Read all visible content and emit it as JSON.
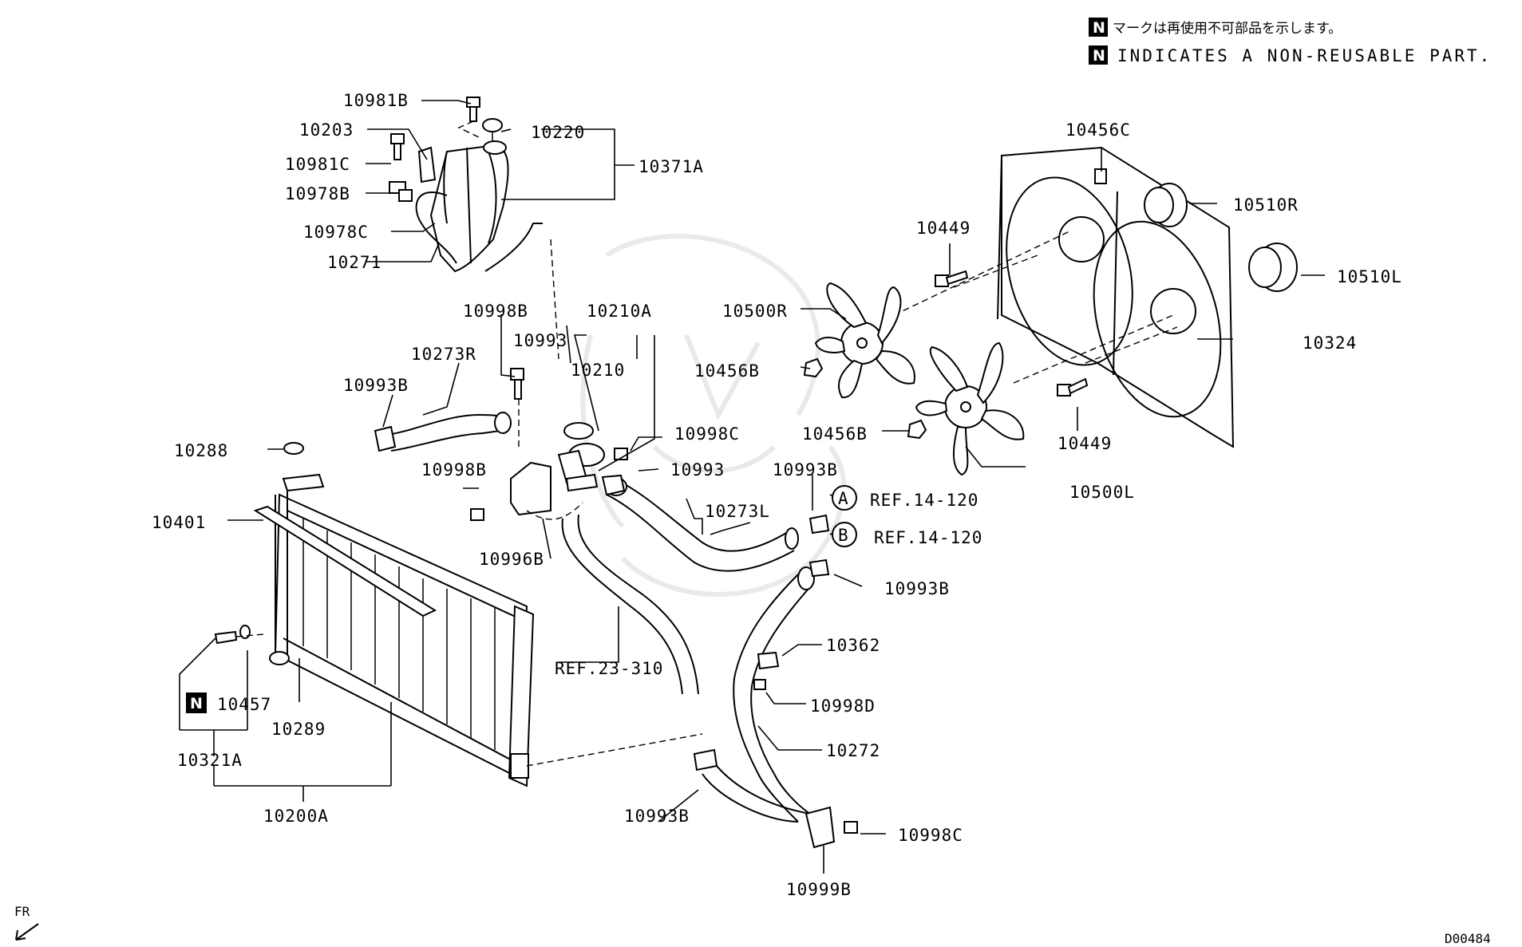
{
  "note": {
    "jp": "マークは再使用不可部品を示します。",
    "en": "INDICATES A NON-REUSABLE PART.",
    "badge": "N"
  },
  "labels": {
    "p10981B": "10981B",
    "p10220": "10220",
    "p10203": "10203",
    "p10981C": "10981C",
    "p10371A": "10371A",
    "p10978B": "10978B",
    "p10978C": "10978C",
    "p10271": "10271",
    "p10456C": "10456C",
    "p10510R": "10510R",
    "p10449a": "10449",
    "p10510L": "10510L",
    "p10998Ba": "10998B",
    "p10210A": "10210A",
    "p10500R": "10500R",
    "p10993a": "10993",
    "p10324": "10324",
    "p10273R": "10273R",
    "p10210": "10210",
    "p10456Ba": "10456B",
    "p10993Ba": "10993B",
    "p10998Ca": "10998C",
    "p10456Bb": "10456B",
    "p10449b": "10449",
    "p10288": "10288",
    "p10998Bb": "10998B",
    "p10993b": "10993",
    "p10993Bb": "10993B",
    "p10500L": "10500L",
    "p10401": "10401",
    "p10273L": "10273L",
    "refA": "REF.14-120",
    "refB": "REF.14-120",
    "circA": "A",
    "circB": "B",
    "p10996B": "10996B",
    "p10993Bc": "10993B",
    "p10362": "10362",
    "ref23": "REF.23-310",
    "p10457": "10457",
    "p10998D": "10998D",
    "p10289": "10289",
    "p10272": "10272",
    "p10321A": "10321A",
    "p10200A": "10200A",
    "p10993Bd": "10993B",
    "p10998Cb": "10998C",
    "p10999B": "10999B",
    "badge10457": "N",
    "fr": "FR",
    "docid": "D00484"
  },
  "icons": [
    "front-arrow-icon",
    "non-reusable-badge-icon"
  ]
}
